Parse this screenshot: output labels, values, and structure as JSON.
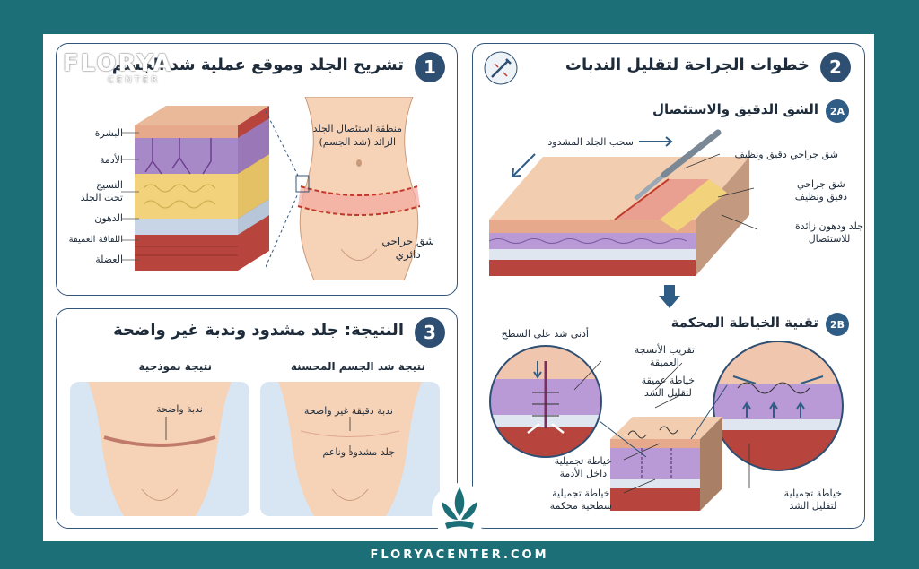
{
  "brand": {
    "logo_text": "FLORYA",
    "logo_sub": "CENTER",
    "footer_url": "FLORYACENTER.COM"
  },
  "panel1": {
    "number": "1",
    "title": "تشريح الجلد وموقع عملية شد الجسم",
    "layers": [
      "البشرة",
      "الأدمة",
      "النسيج\nتحت الجلد",
      "الدهون",
      "اللفافة العميقة",
      "العضلة"
    ],
    "zone_label": "منطقة استئصال الجلد\nالزائد (شد الجسم)",
    "incision_label": "شق جراحي\nدائري"
  },
  "panel2": {
    "number": "2",
    "title": "خطوات الجراحة لتقليل الندبات",
    "step_a_badge": "2A",
    "step_a_title": "الشق الدقيق والاستئصال",
    "pull_label": "سحب الجلد المشدود",
    "clean_incision": "شق جراحي دقيق ونظيف",
    "clean_incision2": "شق جراحي\nدقيق ونظيف",
    "excess_label": "جلد ودهون زائدة\nللاستئصال",
    "step_b_badge": "2B",
    "step_b_title": "تقنية الخياطة المحكمة",
    "min_tension": "أدنى شد على السطح",
    "deep_approx": "تقريب الأنسجة\nالعميقة",
    "deep_suture": "خياطة عميقة\nلتقليل الشد",
    "intradermal": "خياطة تجميلية\nداخل الأدمة",
    "surface_suture": "خياطة تجميلية\nسطحية محكمة",
    "cosmetic_tension": "خياطة تجميلية\nلتقليل الشد"
  },
  "panel3": {
    "number": "3",
    "title": "النتيجة: جلد مشدود وندبة غير واضحة",
    "improved_title": "نتيجة شد الجسم المحسنة",
    "typical_title": "نتيجة نموذجية",
    "improved_scar": "ندبة دقيقة غير واضحة",
    "improved_skin": "جلد مشدود وناعم",
    "typical_scar": "ندبة واضحة"
  },
  "colors": {
    "frame": "#1d6f77",
    "accent": "#2f4f72",
    "skin": "#f3cdb0",
    "fat": "#f2d27a",
    "muscle": "#b8453d",
    "dermis": "#a889c8"
  }
}
